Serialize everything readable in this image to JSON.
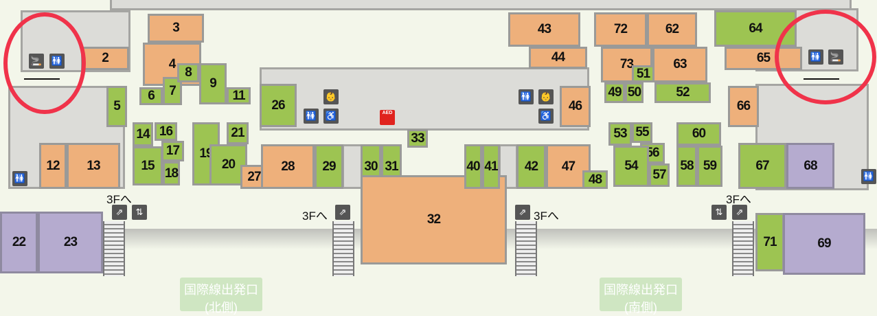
{
  "colors": {
    "restaurant": "#eeb07b",
    "shop": "#9dc452",
    "service": "#b5abcf",
    "highlight": "#f0334a"
  },
  "stores": [
    {
      "label": "2",
      "cat": "restaurant"
    },
    {
      "label": "3",
      "cat": "restaurant"
    },
    {
      "label": "4",
      "cat": "restaurant"
    },
    {
      "label": "5",
      "cat": "shop"
    },
    {
      "label": "6",
      "cat": "shop"
    },
    {
      "label": "7",
      "cat": "shop"
    },
    {
      "label": "8",
      "cat": "shop"
    },
    {
      "label": "9",
      "cat": "shop"
    },
    {
      "label": "11",
      "cat": "shop"
    },
    {
      "label": "12",
      "cat": "restaurant"
    },
    {
      "label": "13",
      "cat": "restaurant"
    },
    {
      "label": "14",
      "cat": "shop"
    },
    {
      "label": "15",
      "cat": "shop"
    },
    {
      "label": "16",
      "cat": "shop"
    },
    {
      "label": "17",
      "cat": "shop"
    },
    {
      "label": "18",
      "cat": "shop"
    },
    {
      "label": "19",
      "cat": "shop"
    },
    {
      "label": "20",
      "cat": "shop"
    },
    {
      "label": "21",
      "cat": "shop"
    },
    {
      "label": "22",
      "cat": "service"
    },
    {
      "label": "23",
      "cat": "service"
    },
    {
      "label": "26",
      "cat": "shop"
    },
    {
      "label": "27",
      "cat": "restaurant"
    },
    {
      "label": "28",
      "cat": "restaurant"
    },
    {
      "label": "29",
      "cat": "shop"
    },
    {
      "label": "30",
      "cat": "shop"
    },
    {
      "label": "31",
      "cat": "shop"
    },
    {
      "label": "32",
      "cat": "restaurant"
    },
    {
      "label": "33",
      "cat": "shop"
    },
    {
      "label": "40",
      "cat": "shop"
    },
    {
      "label": "41",
      "cat": "shop"
    },
    {
      "label": "42",
      "cat": "shop"
    },
    {
      "label": "47",
      "cat": "restaurant"
    },
    {
      "label": "48",
      "cat": "shop"
    },
    {
      "label": "43",
      "cat": "restaurant"
    },
    {
      "label": "44",
      "cat": "restaurant"
    },
    {
      "label": "46",
      "cat": "restaurant"
    },
    {
      "label": "72",
      "cat": "restaurant"
    },
    {
      "label": "62",
      "cat": "restaurant"
    },
    {
      "label": "73",
      "cat": "restaurant"
    },
    {
      "label": "63",
      "cat": "restaurant"
    },
    {
      "label": "51",
      "cat": "shop"
    },
    {
      "label": "49",
      "cat": "shop"
    },
    {
      "label": "50",
      "cat": "shop"
    },
    {
      "label": "52",
      "cat": "shop"
    },
    {
      "label": "53",
      "cat": "shop"
    },
    {
      "label": "55",
      "cat": "shop"
    },
    {
      "label": "56",
      "cat": "shop"
    },
    {
      "label": "54",
      "cat": "shop"
    },
    {
      "label": "57",
      "cat": "shop"
    },
    {
      "label": "60",
      "cat": "shop"
    },
    {
      "label": "58",
      "cat": "shop"
    },
    {
      "label": "59",
      "cat": "shop"
    },
    {
      "label": "64",
      "cat": "shop"
    },
    {
      "label": "65",
      "cat": "restaurant"
    },
    {
      "label": "66",
      "cat": "restaurant"
    },
    {
      "label": "67",
      "cat": "shop"
    },
    {
      "label": "68",
      "cat": "service"
    },
    {
      "label": "71",
      "cat": "shop"
    },
    {
      "label": "69",
      "cat": "service"
    }
  ],
  "floor_links": [
    "3Fへ",
    "3Fへ",
    "3Fへ",
    "3Fへ"
  ],
  "gates": {
    "north": {
      "title": "国際線出発口",
      "side": "(北側)"
    },
    "south": {
      "title": "国際線出発口",
      "side": "(南側)"
    }
  },
  "icons": {
    "restroom": "🚻",
    "smoking": "🚬",
    "accessible": "♿",
    "nursing": "👶",
    "escalator": "⇗",
    "elevator": "⇅",
    "aed": "AED"
  }
}
